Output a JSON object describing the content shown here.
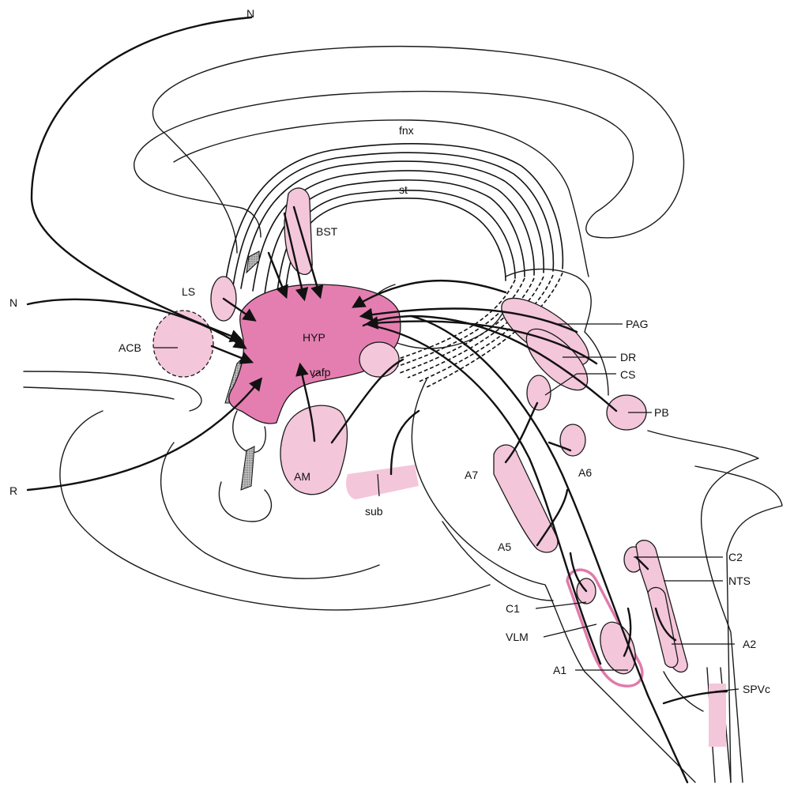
{
  "colors": {
    "light_pink": "#f4c6da",
    "hyp_pink": "#e57eb0",
    "vlm_outline": "#e07aaa",
    "stipple": "#9a9a9a",
    "line": "#111111"
  },
  "labels": {
    "N_top": "N",
    "N_left": "N",
    "R": "R",
    "fnx": "fnx",
    "st": "st",
    "BST": "BST",
    "LS": "LS",
    "ACB": "ACB",
    "HYP": "HYP",
    "vafp": "vafp",
    "AM": "AM",
    "sub": "sub",
    "PAG": "PAG",
    "DR": "DR",
    "CS": "CS",
    "PB": "PB",
    "A7": "A7",
    "A6": "A6",
    "A5": "A5",
    "C2": "C2",
    "NTS": "NTS",
    "C1": "C1",
    "VLM": "VLM",
    "A2": "A2",
    "A1": "A1",
    "SPVc": "SPVc"
  }
}
